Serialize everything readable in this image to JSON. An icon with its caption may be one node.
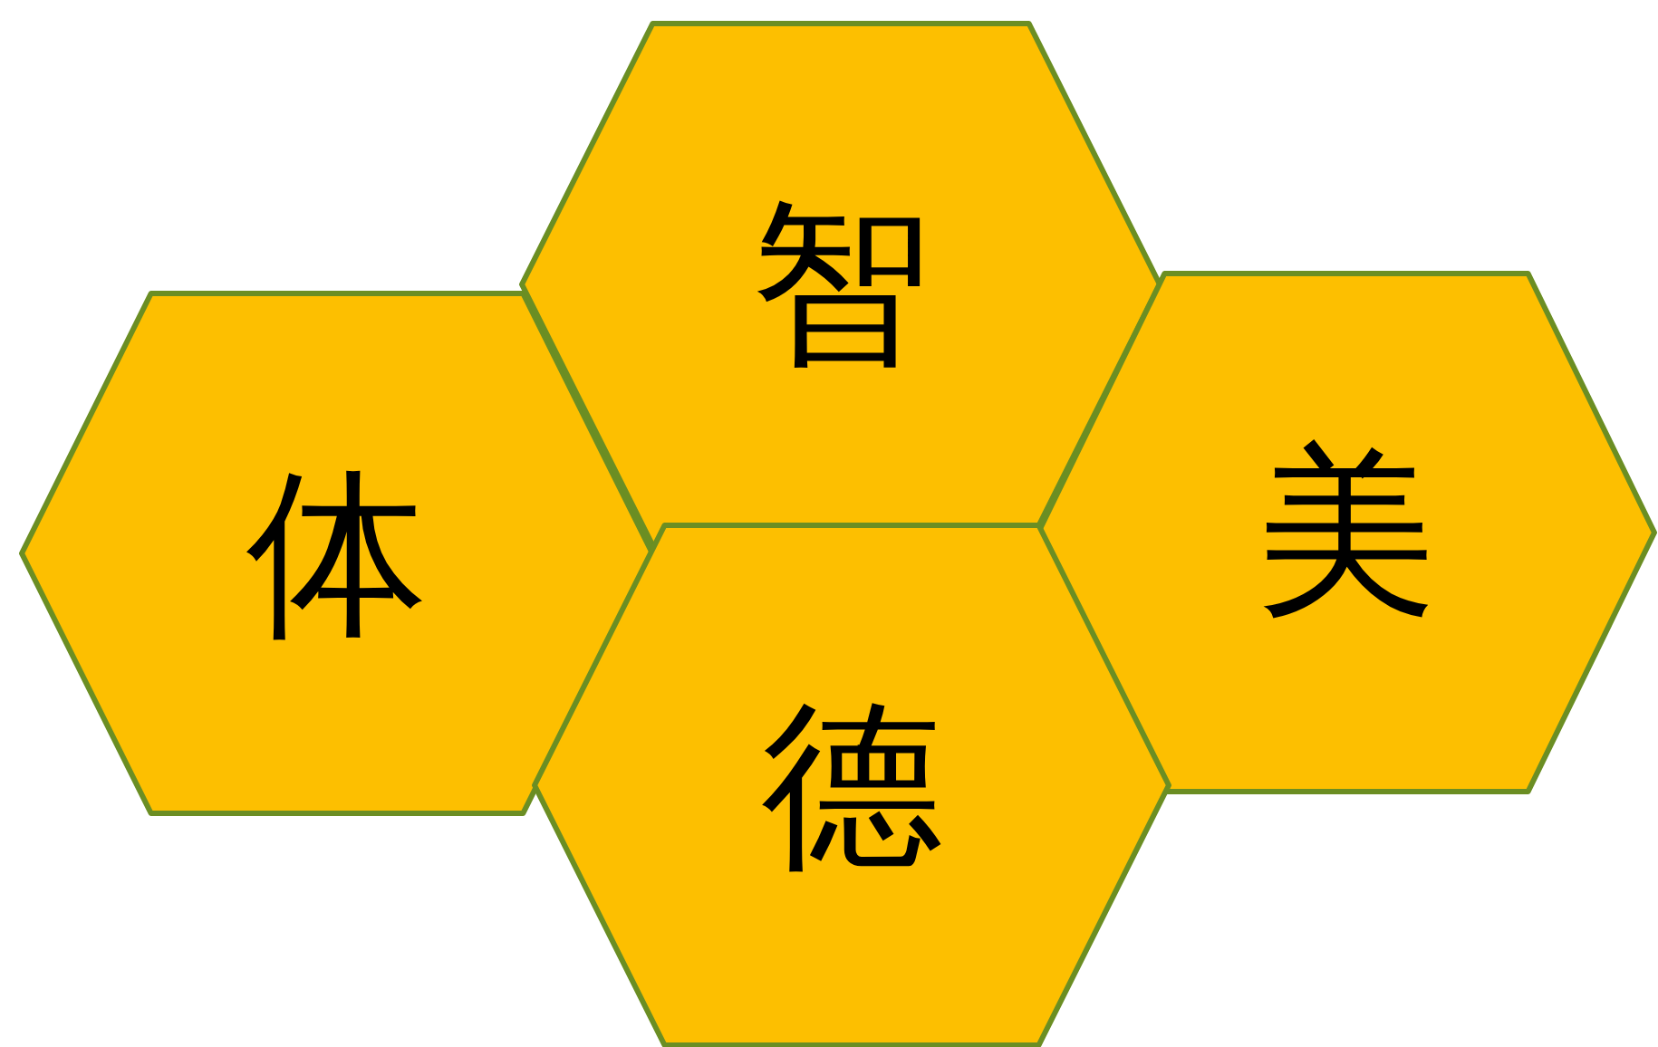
{
  "diagram": {
    "nodes": [
      {
        "text": [
          "智"
        ]
      },
      {
        "text": [
          "体"
        ]
      },
      {
        "text": [
          "美"
        ]
      },
      {
        "text": [
          "德"
        ]
      }
    ]
  }
}
